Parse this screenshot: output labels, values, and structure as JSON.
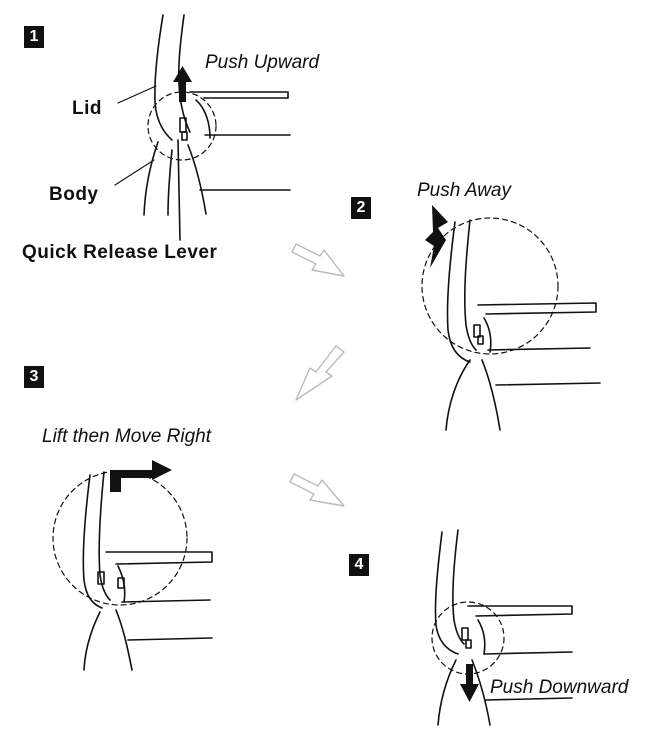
{
  "steps": [
    {
      "number": "1",
      "caption": "Push Upward"
    },
    {
      "number": "2",
      "caption": "Push Away"
    },
    {
      "number": "3",
      "caption": "Lift then Move Right"
    },
    {
      "number": "4",
      "caption": "Push Downward"
    }
  ],
  "parts": {
    "lid": "Lid",
    "body": "Body",
    "lever": "Quick Release Lever"
  }
}
